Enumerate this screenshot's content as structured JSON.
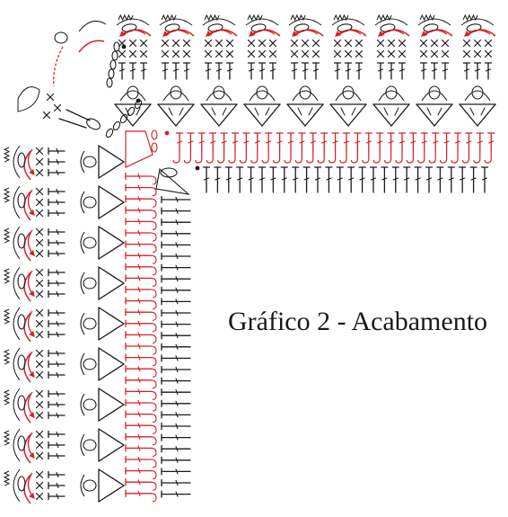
{
  "caption": "Gráfico 2 - Acabamento",
  "colors": {
    "ink": "#1a1a1a",
    "accent": "#d4202a",
    "background": "#ffffff"
  },
  "symbols": {
    "top_fan_repeats": 9,
    "corner_fan": 1,
    "left_fan_repeats": 9,
    "foundation_columns": 28,
    "foundation_rows": 28
  }
}
